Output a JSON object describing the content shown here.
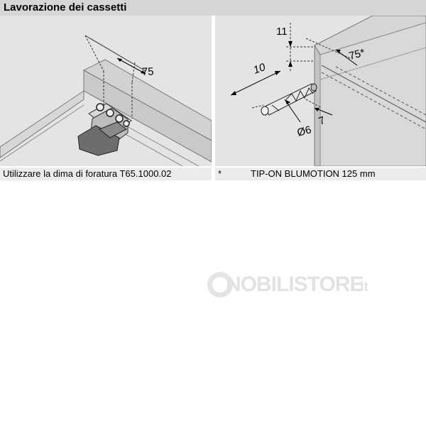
{
  "header": {
    "title": "Lavorazione dei cassetti"
  },
  "left_panel": {
    "dimension_label": "75",
    "caption": "Utilizzare la dima di foratura T65.1000.02"
  },
  "right_panel": {
    "dim_top": "11",
    "dim_depth": "10",
    "dim_diameter": "Ø6",
    "dim_edge": "7",
    "dim_distance": "75*",
    "footnote_marker": "*",
    "caption": "TIP-ON BLUMOTION 125 mm"
  },
  "watermark": {
    "brand": "NOBILISTORE",
    "tld": ".it"
  },
  "colors": {
    "header_bg": "#d6d6d6",
    "panel_bg": "#e4e4e4",
    "board": "#cfcfcf",
    "board_edge": "#9a9a9a",
    "watermark": "#e2e2e2"
  }
}
